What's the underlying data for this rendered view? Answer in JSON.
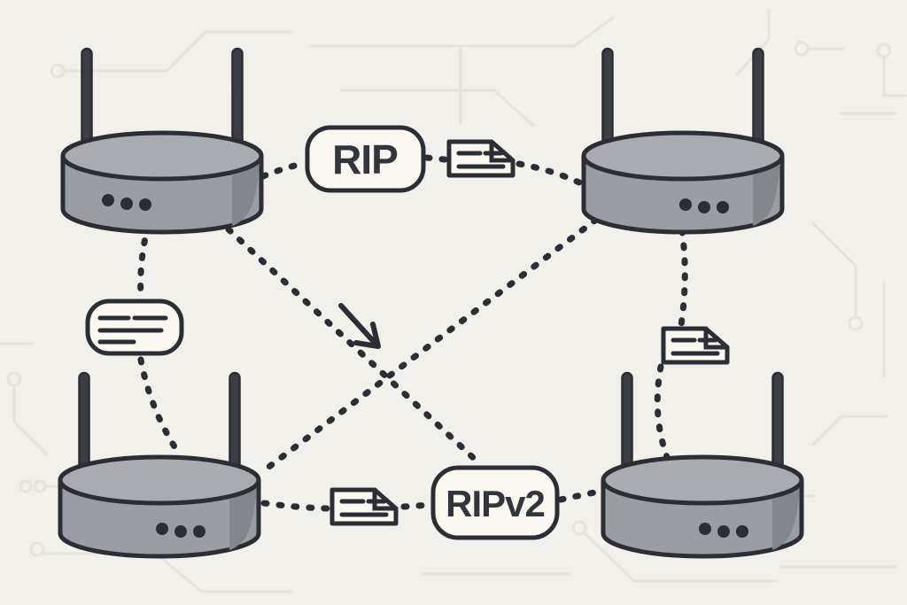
{
  "diagram": {
    "type": "network-routing-diagram",
    "labels": {
      "rip": "RIP",
      "ripv2": "RIPv2"
    },
    "nodes": [
      {
        "id": "router-top-left",
        "kind": "wireless-router"
      },
      {
        "id": "router-top-right",
        "kind": "wireless-router"
      },
      {
        "id": "router-bottom-left",
        "kind": "wireless-router"
      },
      {
        "id": "router-bottom-right",
        "kind": "wireless-router"
      }
    ],
    "icons": [
      {
        "id": "packet-icon-top",
        "kind": "routing-update-packet"
      },
      {
        "id": "message-bubble-icon-left",
        "kind": "routing-update-message"
      },
      {
        "id": "packet-icon-right",
        "kind": "routing-update-packet"
      },
      {
        "id": "packet-icon-bottom",
        "kind": "routing-update-packet"
      }
    ],
    "edges": [
      {
        "from": "router-top-left",
        "to": "rip-label",
        "style": "dotted"
      },
      {
        "from": "rip-label",
        "to": "packet-icon-top",
        "style": "dotted"
      },
      {
        "from": "packet-icon-top",
        "to": "router-top-right",
        "style": "dotted"
      },
      {
        "from": "router-top-left",
        "to": "message-bubble-icon-left",
        "style": "dotted"
      },
      {
        "from": "message-bubble-icon-left",
        "to": "router-bottom-left",
        "style": "dotted"
      },
      {
        "from": "router-top-right",
        "to": "packet-icon-right",
        "style": "dotted"
      },
      {
        "from": "packet-icon-right",
        "to": "router-bottom-right",
        "style": "dotted"
      },
      {
        "from": "router-bottom-left",
        "to": "packet-icon-bottom",
        "style": "dotted"
      },
      {
        "from": "packet-icon-bottom",
        "to": "ripv2-label",
        "style": "dotted"
      },
      {
        "from": "ripv2-label",
        "to": "router-bottom-right",
        "style": "dotted"
      },
      {
        "from": "router-top-left",
        "to": "ripv2-label",
        "style": "dotted-diagonal"
      },
      {
        "from": "router-top-right",
        "to": "router-bottom-left",
        "style": "dotted-diagonal"
      }
    ],
    "annotations": [
      {
        "id": "flow-arrow",
        "kind": "solid-arrow",
        "direction": "down-right"
      }
    ],
    "colors": {
      "background": "#f2f0ea",
      "circuit_trace": "#e6e3da",
      "outline": "#2b2e34",
      "router_top": "#a8abb0",
      "router_side": "#9a9da3",
      "router_shade": "#83868c",
      "antenna": "#3c4046",
      "card_fill": "#fbf8f1",
      "label_text": "#32353b"
    }
  }
}
